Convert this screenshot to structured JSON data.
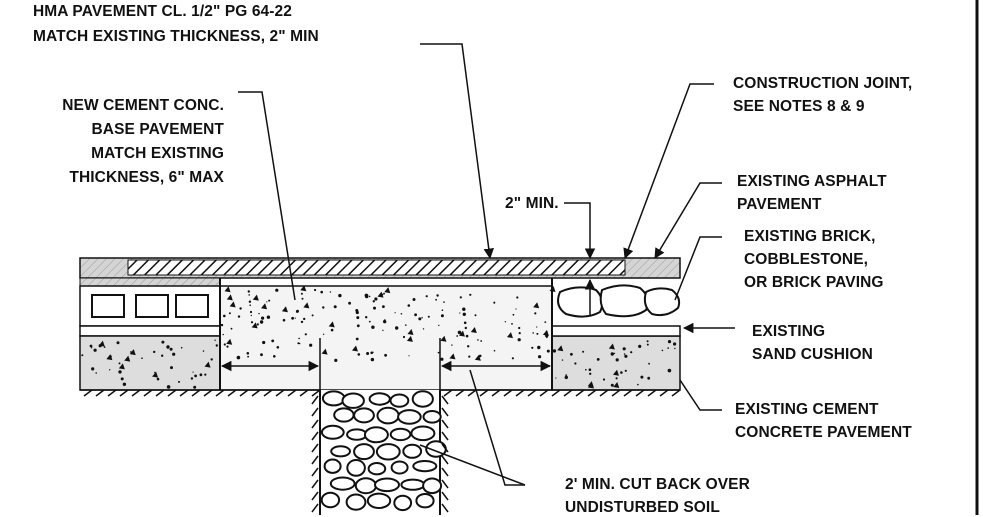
{
  "labels": {
    "hma": [
      "HMA PAVEMENT CL. 1/2\" PG 64-22",
      "MATCH EXISTING THICKNESS, 2\" MIN"
    ],
    "new_cement": [
      "NEW CEMENT CONC.",
      "BASE PAVEMENT",
      "MATCH EXISTING",
      "THICKNESS, 6\" MAX"
    ],
    "construction_joint": [
      "CONSTRUCTION JOINT,",
      "SEE NOTES 8 & 9"
    ],
    "existing_asphalt": [
      "EXISTING ASPHALT",
      "PAVEMENT"
    ],
    "existing_brick": [
      "EXISTING BRICK,",
      "COBBLESTONE,",
      "OR BRICK PAVING"
    ],
    "sand_cushion": [
      "EXISTING",
      "SAND CUSHION"
    ],
    "existing_cement": [
      "EXISTING CEMENT",
      "CONCRETE PAVEMENT"
    ],
    "cut_back": [
      "2' MIN. CUT BACK OVER",
      "UNDISTURBED SOIL"
    ],
    "min_2in": "2\" MIN."
  },
  "colors": {
    "ink": "#111111",
    "background": "#ffffff",
    "fill_gray": "#d4d4d4"
  }
}
